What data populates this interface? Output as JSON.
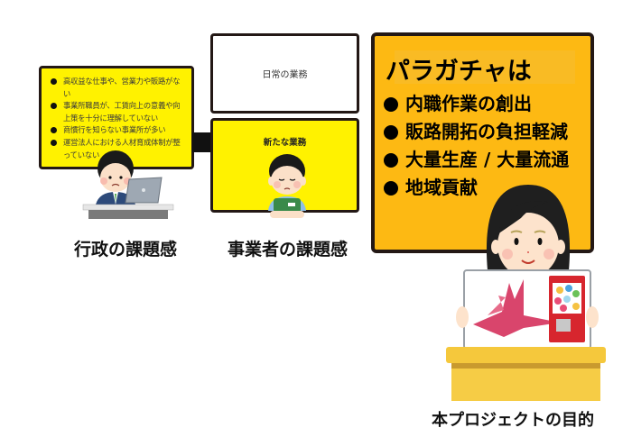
{
  "admin_issues": {
    "items": [
      "高収益な仕事や、営業力や販路がない",
      "事業所職員が、工賃向上の意義や向上策を十分に理解していない",
      "商慣行を知らない事業所が多い",
      "運営法人における人材育成体制が整っていない"
    ],
    "caption": "行政の課題感"
  },
  "business_issues": {
    "daily_work": "日常の業務",
    "new_work": "新たな業務",
    "caption": "事業者の課題感"
  },
  "project": {
    "title": "パラガチャは",
    "items": [
      "内職作業の創出",
      "販路開拓の負担軽減",
      "大量生産 / 大量流通",
      "地域貢献"
    ],
    "caption": "本プロジェクトの目的"
  },
  "colors": {
    "yellow": "#fff200",
    "orange": "#fdb913",
    "border": "#231815",
    "desk": "#f6c73d"
  }
}
